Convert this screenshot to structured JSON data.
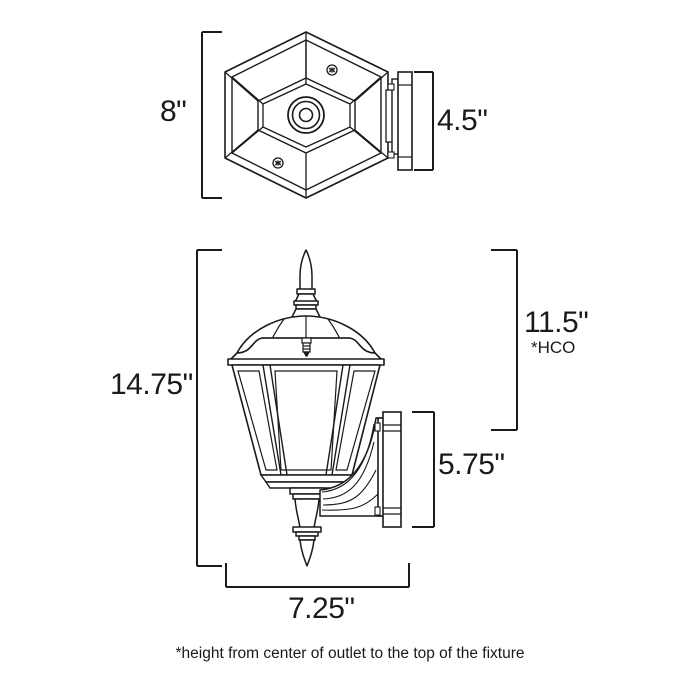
{
  "drawing": {
    "title": "Outdoor Wall Lantern Dimension Drawing",
    "units": "inches",
    "line_color": "#1a1a1a",
    "fill_color": "#ffffff",
    "views": [
      {
        "name": "top-view",
        "description": "Top-down hexagonal view of lantern with round outlet cover and side-mounted backplate"
      },
      {
        "name": "side-view",
        "description": "Side elevation of lantern body with finial, roof, glass panels, bottom finial and wall mount backplate"
      }
    ],
    "dimensions": {
      "top_height": "8\"",
      "top_depth": "4.5\"",
      "overall_height": "14.75\"",
      "hco_height": "11.5\"",
      "hco_note": "*HCO",
      "backplate_height": "5.75\"",
      "overall_width": "7.25\""
    },
    "footnote": "*height from center of outlet to the top of the fixture"
  }
}
